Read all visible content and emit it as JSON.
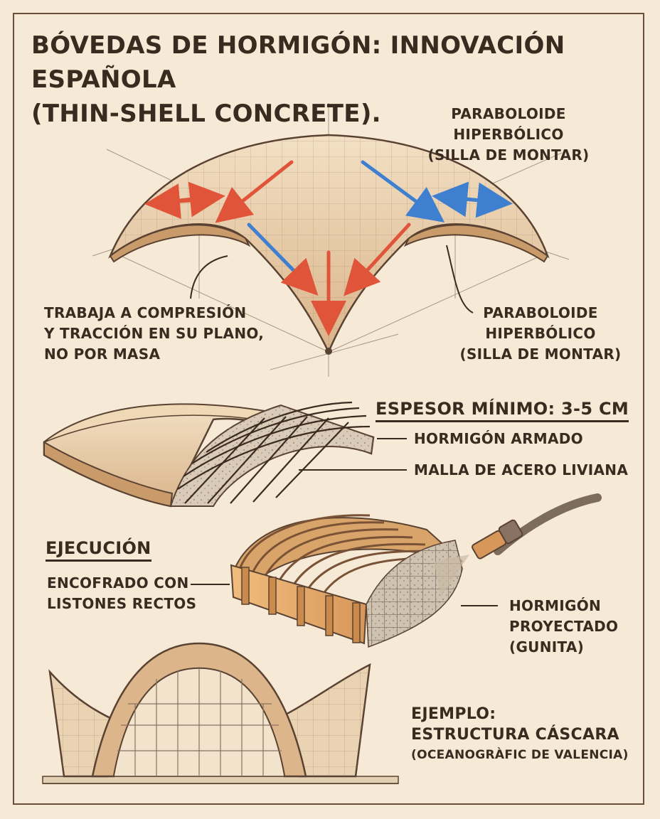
{
  "title": {
    "line1": "BÓVEDAS DE HORMIGÓN: INNOVACIÓN ESPAÑOLA",
    "line2": "(THIN-SHELL CONCRETE)."
  },
  "labels": {
    "hyperbolic_top": [
      "PARABOLOIDE HIPERBÓLICO",
      "(SILLA DE MONTAR)"
    ],
    "hyperbolic_right": [
      "PARABOLOIDE",
      "HIPERBÓLICO",
      "(SILLA DE MONTAR)"
    ],
    "compression": [
      "TRABAJA A COMPRESIÓN",
      "Y TRACCIÓN EN SU PLANO,",
      "NO POR MASA"
    ],
    "thickness_header": "ESPESOR MÍNIMO: 3-5 cm",
    "reinforced": "HORMIGÓN ARMADO",
    "mesh": "MALLA DE ACERO LIVIANA",
    "execution_header": "EJECUCIÓN",
    "formwork": [
      "ENCOFRADO CON",
      "LISTONES RECTOS"
    ],
    "shotcrete": [
      "HORMIGÓN",
      "PROYECTADO",
      "(GUNITA)"
    ],
    "example": [
      "EJEMPLO:",
      "ESTRUCTURA CÁSCARA",
      "(OCEANOGRÀFIC DE VALENCIA)"
    ]
  },
  "colors": {
    "background": "#f6ead6",
    "ink": "#3b2a20",
    "shell": "#e6c9a4",
    "compression_arrow": "#e0553a",
    "tension_arrow": "#3f7fd0",
    "timber": "#e0a667"
  }
}
